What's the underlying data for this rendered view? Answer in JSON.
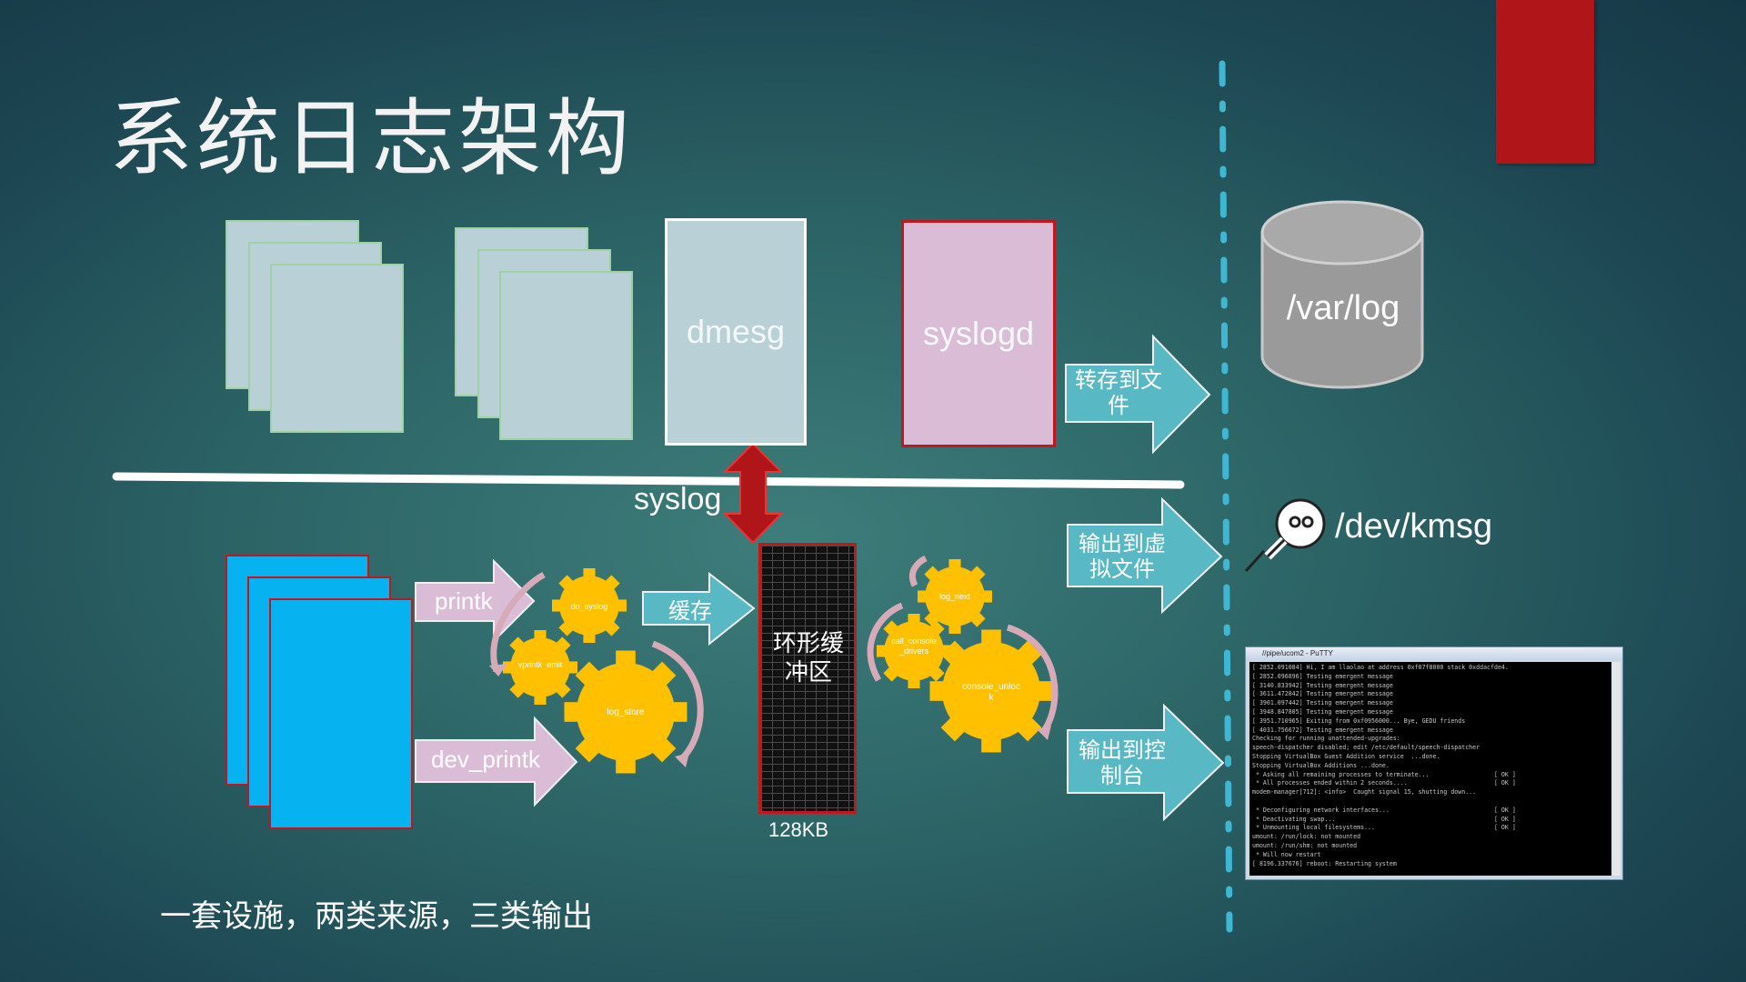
{
  "title": "系统日志架构",
  "subtitle": "一套设施，两类来源，三类输出",
  "boxes": {
    "dmesg": "dmesg",
    "syslogd": "syslogd"
  },
  "link_label": "syslog",
  "sources": {
    "printk": "printk",
    "dev_printk": "dev_printk"
  },
  "cache_label": "缓存",
  "ring_buffer": {
    "label": "环形缓冲区",
    "size": "128KB"
  },
  "gears_left": [
    "do_syslog",
    "vprintk_emit",
    "log_store"
  ],
  "gears_right": [
    "log_next",
    "call_console_drivers",
    "console_unlock"
  ],
  "outputs": [
    {
      "label": "转存到文件",
      "target": "/var/log"
    },
    {
      "label": "输出到虚拟文件",
      "target": "/dev/kmsg"
    },
    {
      "label": "输出到控制台",
      "target": ""
    }
  ],
  "putty": {
    "title": "//pipe/ucom2 - PuTTY",
    "lines": [
      "[ 2852.091084] Hi, I am llaolao at address 0xf07f8000 stack 0xddacfde4.",
      "[ 2852.096896] Testing emergent message",
      "[ 3140.833942] Testing emergent message",
      "[ 3611.472842] Testing emergent message",
      "[ 3901.097442] Testing emergent message",
      "[ 3948.847805] Testing emergent message",
      "[ 3951.710965] Exiting from 0xf0956000... Bye, GEDU friends",
      "[ 4031.756672] Testing emergent message",
      "Checking for running unattended-upgrades:",
      "speech-dispatcher disabled; edit /etc/default/speech-dispatcher",
      "Stopping VirtualBox Guest Addition service  ...done.",
      "Stopping VirtualBox Additions ...done.",
      " * Asking all remaining processes to terminate...                  [ OK ]",
      " * All processes ended within 2 seconds....                        [ OK ]",
      "modem-manager[712]: <info>  Caught signal 15, shutting down...",
      "",
      " * Deconfiguring network interfaces...                             [ OK ]",
      " * Deactivating swap...                                            [ OK ]",
      " * Unmounting local filesystems...                                 [ OK ]",
      "umount: /run/lock: not mounted",
      "umount: /run/shm: not mounted",
      " * Will now restart",
      "[ 8196.337676] reboot: Restarting system"
    ]
  },
  "colors": {
    "accent_red": "#c0181c",
    "arrow_teal": "#58b8c4",
    "arrow_pink": "#dbbcd7",
    "gear": "#ffc000",
    "source_blue": "#07b2f1"
  }
}
